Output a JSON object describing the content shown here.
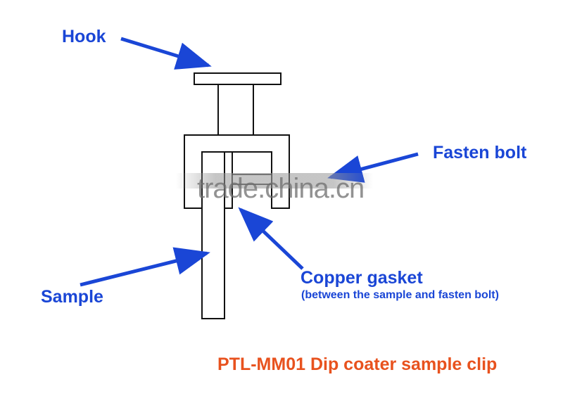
{
  "labels": {
    "hook": "Hook",
    "fasten_bolt": "Fasten bolt",
    "sample": "Sample",
    "copper_gasket": "Copper gasket",
    "copper_gasket_note": "(between the sample and fasten bolt)"
  },
  "title": "PTL-MM01 Dip coater sample clip",
  "watermark": "trade.china.cn",
  "colors": {
    "label_blue": "#1a46d6",
    "arrow_blue": "#1a46d6",
    "title_orange": "#e8521e",
    "outline": "#111111"
  }
}
